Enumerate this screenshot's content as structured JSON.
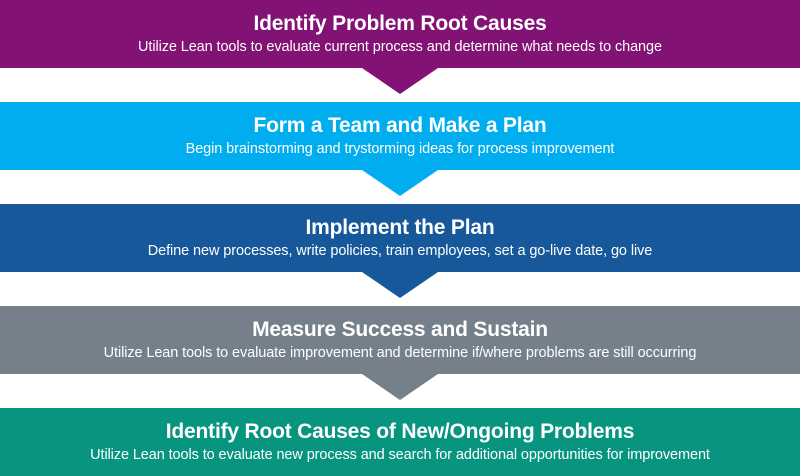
{
  "diagram": {
    "steps": [
      {
        "title": "Identify Problem Root Causes",
        "subtitle": "Utilize Lean tools to evaluate current process and determine what needs to change",
        "color": "#821273",
        "arrow_icon": "chevron-down"
      },
      {
        "title": "Form a Team and Make a Plan",
        "subtitle": "Begin brainstorming and trystorming ideas for process improvement",
        "color": "#00AEEF",
        "arrow_icon": "chevron-down"
      },
      {
        "title": "Implement the Plan",
        "subtitle": "Define new processes, write policies, train employees, set a go-live date, go live",
        "color": "#16589A",
        "arrow_icon": "chevron-down"
      },
      {
        "title": "Measure Success and Sustain",
        "subtitle": "Utilize Lean tools to evaluate improvement and determine if/where problems are still occurring",
        "color": "#75808B",
        "arrow_icon": "chevron-down"
      },
      {
        "title": "Identify Root Causes of New/Ongoing Problems",
        "subtitle": "Utilize Lean tools to evaluate new process and search for additional opportunities for improvement",
        "color": "#089580",
        "arrow_icon": null
      }
    ],
    "text_color": "#FFFFFF",
    "background_color": "#FFFFFF"
  }
}
